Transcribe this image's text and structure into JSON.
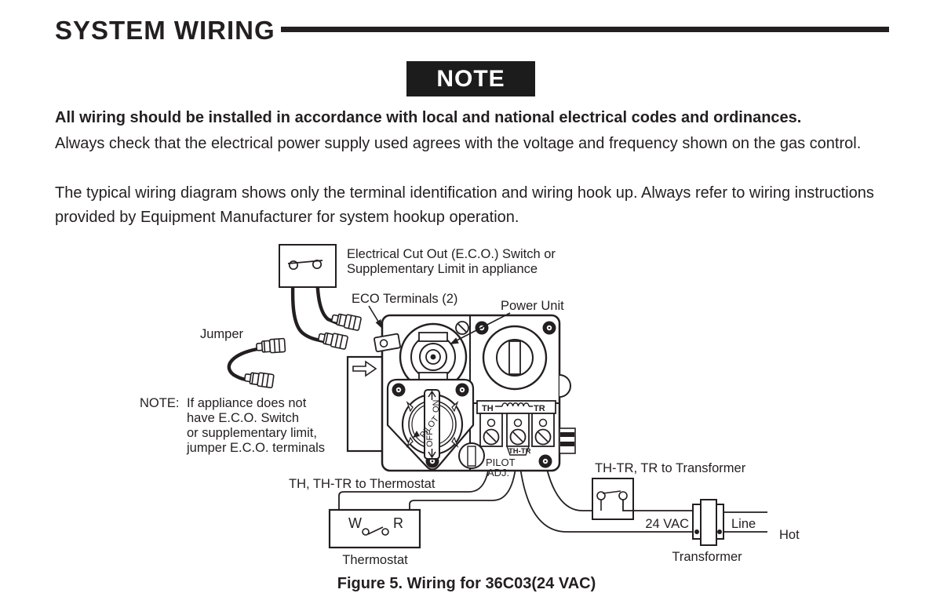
{
  "header": {
    "title": "SYSTEM WIRING"
  },
  "note": {
    "badge": "NOTE"
  },
  "body_text": {
    "p1": "All wiring should be installed in accordance with local and national electrical codes and ordinances.",
    "p2": "Always check that the electrical power supply used agrees with the voltage and frequency shown on the gas control.",
    "p3": "The typical wiring diagram shows only the terminal identification and wiring hook up. Always refer to wiring instructions provided by Equipment Manufacturer for system hookup operation."
  },
  "figure": {
    "caption": "Figure 5. Wiring for 36C03(24 VAC)",
    "labels": {
      "eco_switch_1": "Electrical Cut Out (E.C.O.) Switch or",
      "eco_switch_2": "Supplementary Limit in appliance",
      "eco_terminals": "ECO Terminals (2)",
      "power_unit": "Power Unit",
      "jumper": "Jumper",
      "note_head": "NOTE:",
      "note_1": "If appliance does not",
      "note_2": "have E.C.O. Switch",
      "note_3": "or supplementary limit,",
      "note_4": "jumper E.C.O. terminals",
      "to_thermostat": "TH, TH-TR to Thermostat",
      "thermostat": "Thermostat",
      "w": "W",
      "r": "R",
      "to_transformer": "TH-TR, TR to Transformer",
      "vac": "24 VAC",
      "line": "Line",
      "hot": "Hot",
      "transformer": "Transformer",
      "th": "TH",
      "tr": "TR",
      "th_tr": "TH-TR",
      "pilot_adj_1": "PILOT",
      "pilot_adj_2": "ADJ.",
      "knob_on": "ON",
      "knob_pilot": "PILOT",
      "knob_off": "OFF"
    }
  },
  "colors": {
    "ink": "#231f20",
    "paper": "#ffffff"
  }
}
